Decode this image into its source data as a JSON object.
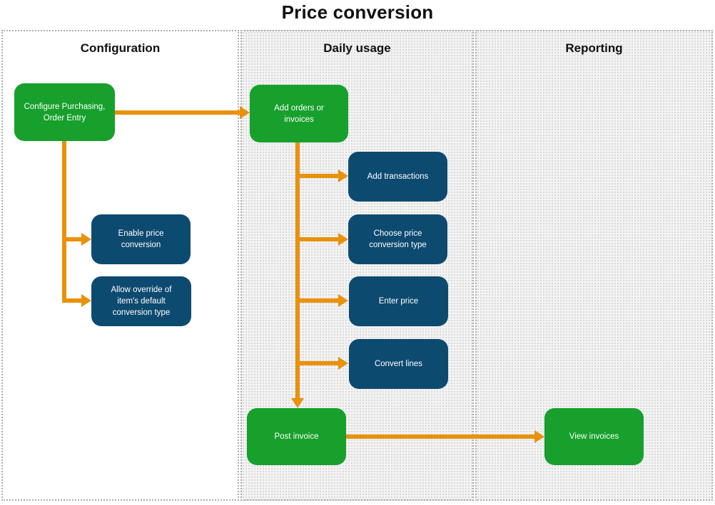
{
  "title": "Price conversion",
  "columns": {
    "configuration": {
      "label": "Configuration"
    },
    "daily_usage": {
      "label": "Daily usage"
    },
    "reporting": {
      "label": "Reporting"
    }
  },
  "nodes": {
    "configure_purchasing": {
      "label": "Configure Purchasing, Order Entry",
      "type": "green"
    },
    "add_orders": {
      "label": "Add orders or invoices",
      "type": "green"
    },
    "enable_price_conversion": {
      "label": "Enable price conversion",
      "type": "navy"
    },
    "allow_override": {
      "label": "Allow override of item's default conversion type",
      "type": "navy"
    },
    "add_transactions": {
      "label": "Add transactions",
      "type": "navy"
    },
    "choose_price_conversion_type": {
      "label": "Choose price conversion type",
      "type": "navy"
    },
    "enter_price": {
      "label": "Enter price",
      "type": "navy"
    },
    "convert_lines": {
      "label": "Convert lines",
      "type": "navy"
    },
    "post_invoice": {
      "label": "Post invoice",
      "type": "green"
    },
    "view_invoices": {
      "label": "View invoices",
      "type": "green"
    }
  },
  "connections": [
    {
      "from": "configure_purchasing",
      "to": "add_orders"
    },
    {
      "from": "configure_purchasing",
      "to": "enable_price_conversion"
    },
    {
      "from": "configure_purchasing",
      "to": "allow_override"
    },
    {
      "from": "add_orders",
      "to": "add_transactions"
    },
    {
      "from": "add_orders",
      "to": "choose_price_conversion_type"
    },
    {
      "from": "add_orders",
      "to": "enter_price"
    },
    {
      "from": "add_orders",
      "to": "convert_lines"
    },
    {
      "from": "add_orders",
      "to": "post_invoice"
    },
    {
      "from": "post_invoice",
      "to": "view_invoices"
    }
  ],
  "colors": {
    "green_node": "#17A02C",
    "navy_node": "#0D4A70",
    "arrow_orange": "#E8920C",
    "lane_border": "#ADADAD"
  }
}
